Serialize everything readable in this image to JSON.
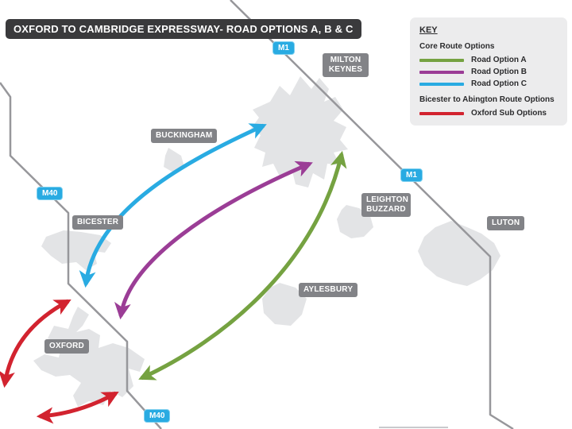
{
  "title": "OXFORD TO CAMBRIDGE EXPRESSWAY- ROAD OPTIONS A, B & C",
  "key": {
    "heading": "KEY",
    "core_heading": "Core Route Options",
    "core_options": [
      {
        "label": "Road Option A",
        "color": "#75a241"
      },
      {
        "label": "Road Option B",
        "color": "#9b3d96"
      },
      {
        "label": "Road Option C",
        "color": "#29abe2"
      }
    ],
    "sub_heading": "Bicester to Abington Route Options",
    "sub_options": [
      {
        "label": "Oxford Sub Options",
        "color": "#d2232f"
      }
    ]
  },
  "places": [
    {
      "name": "MILTON KEYNES"
    },
    {
      "name": "BUCKINGHAM"
    },
    {
      "name": "BICESTER"
    },
    {
      "name": "OXFORD"
    },
    {
      "name": "AYLESBURY"
    },
    {
      "name": "LEIGHTON BUZZARD"
    },
    {
      "name": "LUTON"
    }
  ],
  "motorway_badges": [
    {
      "label": "M1"
    },
    {
      "label": "M1"
    },
    {
      "label": "M40"
    },
    {
      "label": "M40"
    }
  ],
  "colors": {
    "option_a_green": "#75a241",
    "option_b_purple": "#9b3d96",
    "option_c_blue": "#29abe2",
    "oxford_sub_red": "#d2232f",
    "motorway_badge_blue": "#29abe2",
    "road_gray": "#97979b",
    "label_gray": "#828387",
    "title_bg": "#3a3a3c",
    "key_bg": "#ececed"
  }
}
